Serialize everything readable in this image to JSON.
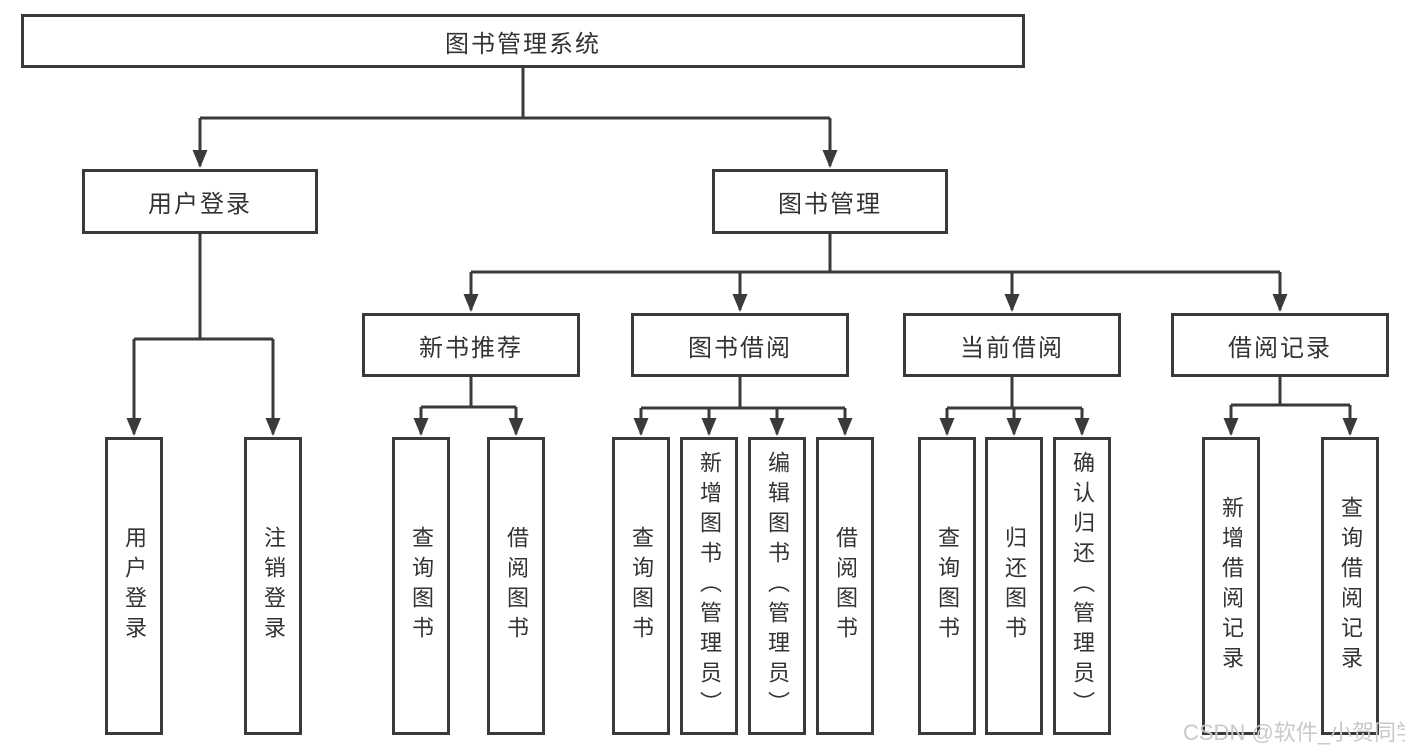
{
  "nodes": {
    "root": {
      "label": "图书管理系统"
    },
    "user_login": {
      "label": "用户登录",
      "children": [
        {
          "label": "用户登录"
        },
        {
          "label": "注销登录"
        }
      ]
    },
    "book_mgmt": {
      "label": "图书管理",
      "children": [
        {
          "label": "新书推荐",
          "children": [
            {
              "label": "查询图书"
            },
            {
              "label": "借阅图书"
            }
          ]
        },
        {
          "label": "图书借阅",
          "children": [
            {
              "label": "查询图书"
            },
            {
              "label": "新增图书（管理员）"
            },
            {
              "label": "编辑图书（管理员）"
            },
            {
              "label": "借阅图书"
            }
          ]
        },
        {
          "label": "当前借阅",
          "children": [
            {
              "label": "查询图书"
            },
            {
              "label": "归还图书"
            },
            {
              "label": "确认归还（管理员）"
            }
          ]
        },
        {
          "label": "借阅记录",
          "children": [
            {
              "label": "新增借阅记录"
            },
            {
              "label": "查询借阅记录"
            }
          ]
        }
      ]
    }
  },
  "watermark": "CSDN @软件_小贺同学",
  "colors": {
    "line": "#3a3a3a",
    "text": "#333333",
    "background": "#ffffff",
    "watermark": "#c9c9c9"
  }
}
